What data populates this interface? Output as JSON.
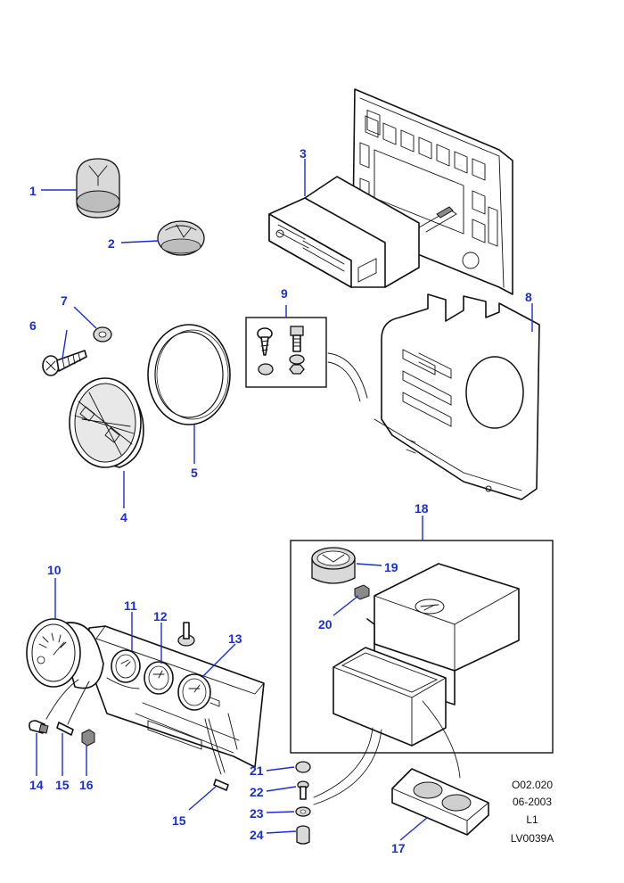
{
  "callouts": {
    "c1": "1",
    "c2": "2",
    "c3": "3",
    "c4": "4",
    "c5": "5",
    "c6": "6",
    "c7": "7",
    "c8": "8",
    "c9": "9",
    "c10": "10",
    "c11": "11",
    "c12": "12",
    "c13": "13",
    "c14": "14",
    "c15a": "15",
    "c15b": "15",
    "c16": "16",
    "c17": "17",
    "c18": "18",
    "c19": "19",
    "c20": "20",
    "c21": "21",
    "c22": "22",
    "c23": "23",
    "c24": "24"
  },
  "reference": {
    "code": "O02.020",
    "date": "06-2003",
    "level": "L1",
    "illustration": "LV0039A"
  },
  "colors": {
    "callout": "#1a2ed6",
    "line": "#111111"
  }
}
